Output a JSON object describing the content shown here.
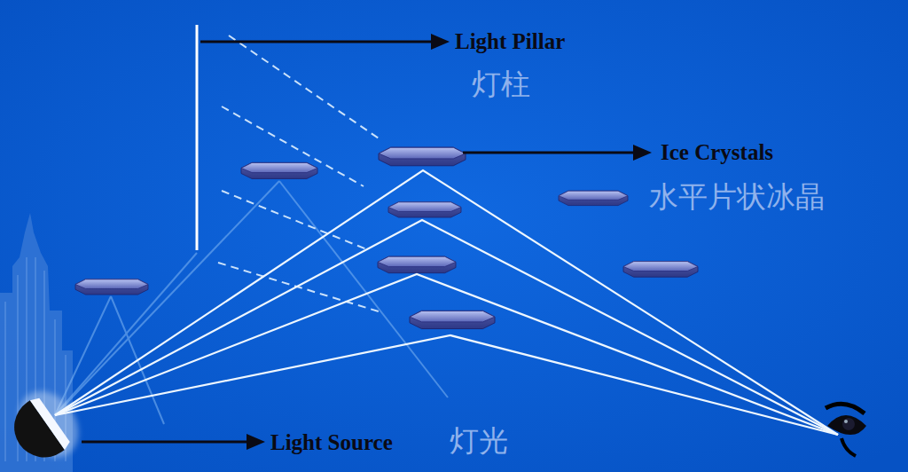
{
  "diagram": {
    "labels": [
      "Light Pillar",
      "灯柱",
      "Ice Crystals",
      "水平片状冰晶",
      "Light Source",
      "灯光"
    ]
  }
}
